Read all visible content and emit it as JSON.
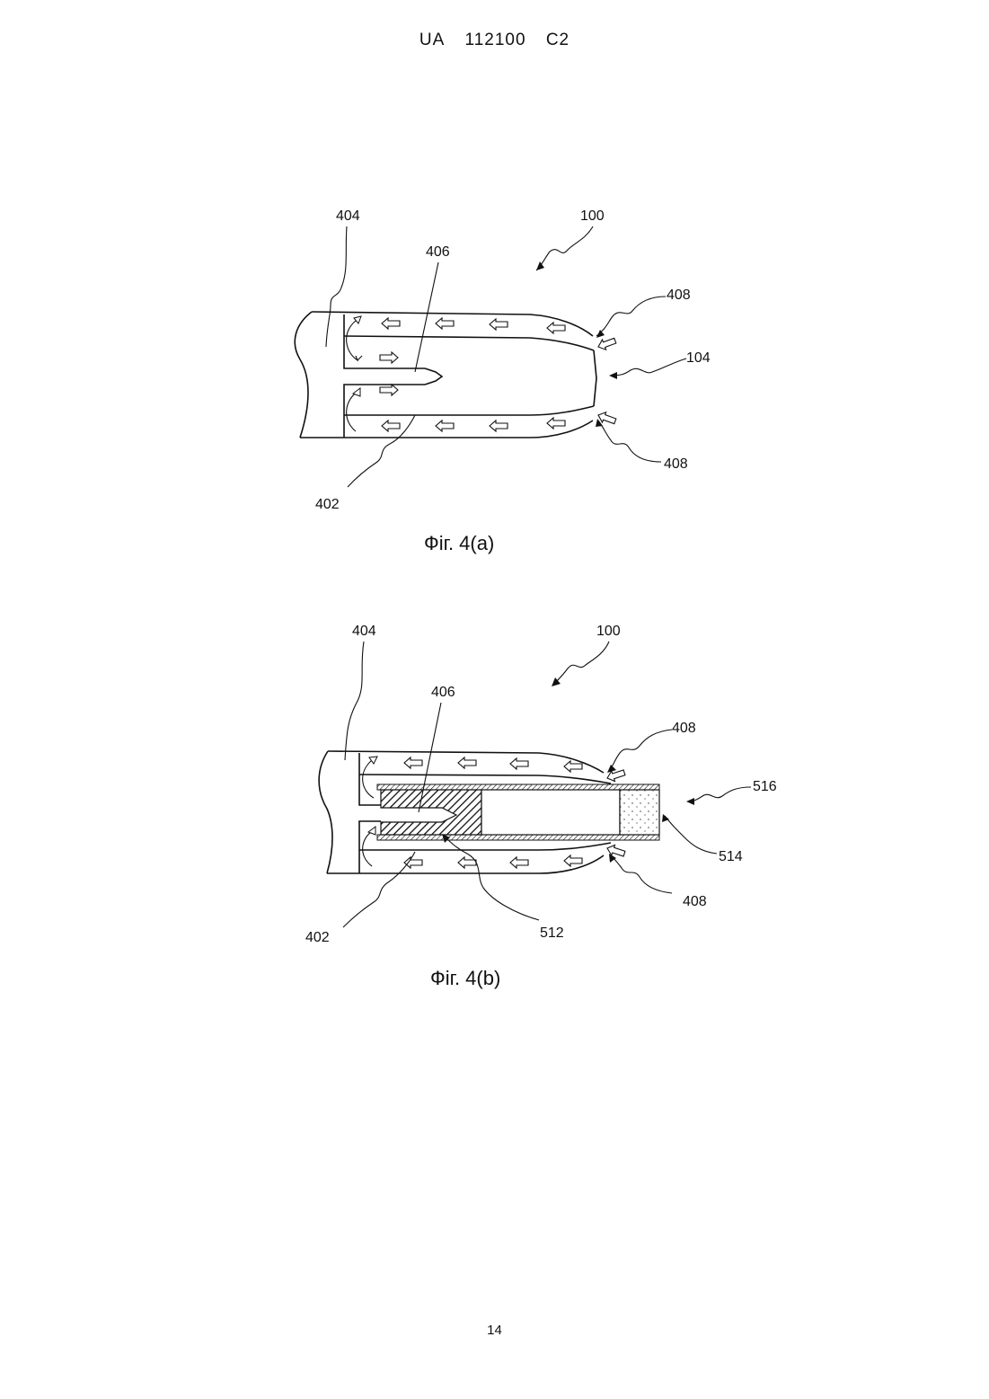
{
  "header": {
    "country": "UA",
    "number": "112100",
    "kind": "C2"
  },
  "figure_a": {
    "caption": "Фіг. 4(a)",
    "labels": {
      "l404": "404",
      "l406": "406",
      "l100": "100",
      "l408top": "408",
      "l104": "104",
      "l408bot": "408",
      "l402": "402"
    }
  },
  "figure_b": {
    "caption": "Фіг. 4(b)",
    "labels": {
      "l404": "404",
      "l100": "100",
      "l406": "406",
      "l408top": "408",
      "l516": "516",
      "l514": "514",
      "l408bot": "408",
      "l402": "402",
      "l512": "512"
    }
  },
  "page_number": "14"
}
